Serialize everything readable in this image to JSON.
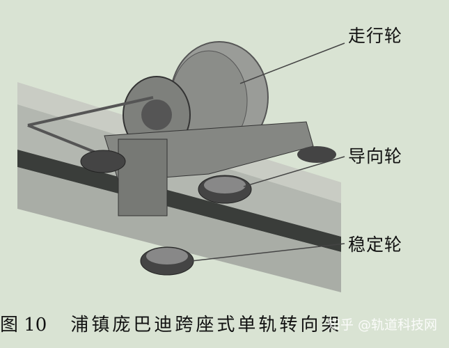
{
  "labels": {
    "running_wheel": "走行轮",
    "guide_wheel": "导向轮",
    "stabilizing_wheel": "稳定轮"
  },
  "caption": {
    "prefix": "图 10",
    "title": "浦镇庞巴迪跨座式单轨转向架"
  },
  "watermark": "知乎 @轨道科技网",
  "colors": {
    "background": "#d9e3d3",
    "beam": "#b9bdb6",
    "groove": "#3a3d3a"
  }
}
